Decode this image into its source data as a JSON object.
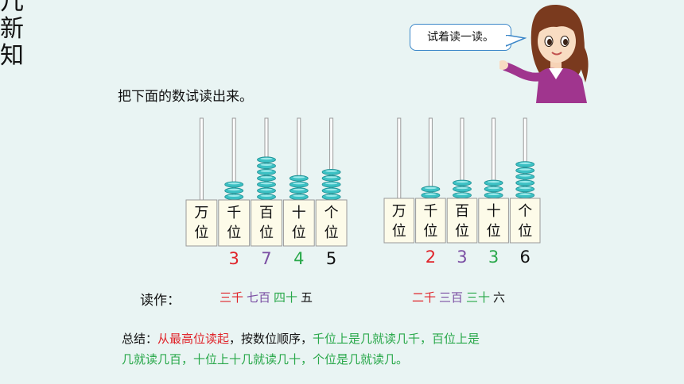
{
  "side_title": [
    "几",
    "新",
    "知"
  ],
  "bubble": {
    "text": "试着读一读。"
  },
  "instruction": "把下面的数试读出来。",
  "place_labels": [
    [
      "万",
      "位"
    ],
    [
      "千",
      "位"
    ],
    [
      "百",
      "位"
    ],
    [
      "十",
      "位"
    ],
    [
      "个",
      "位"
    ]
  ],
  "abaci": [
    {
      "counts": [
        0,
        3,
        7,
        4,
        5
      ],
      "digits": [
        {
          "text": "3",
          "color": "#e0242a"
        },
        {
          "text": "7",
          "color": "#7b4fa3"
        },
        {
          "text": "4",
          "color": "#29a84a"
        },
        {
          "text": "5",
          "color": "#111111"
        }
      ],
      "reading": [
        {
          "text": "三千",
          "color": "#e0242a"
        },
        {
          "text": "七百",
          "color": "#7b4fa3"
        },
        {
          "text": "四十",
          "color": "#29a84a"
        },
        {
          "text": "五",
          "color": "#111111"
        }
      ]
    },
    {
      "counts": [
        0,
        2,
        3,
        3,
        6
      ],
      "digits": [
        {
          "text": "2",
          "color": "#e0242a"
        },
        {
          "text": "3",
          "color": "#7b4fa3"
        },
        {
          "text": "3",
          "color": "#29a84a"
        },
        {
          "text": "6",
          "color": "#111111"
        }
      ],
      "reading": [
        {
          "text": "二千",
          "color": "#e0242a"
        },
        {
          "text": "三百",
          "color": "#7b4fa3"
        },
        {
          "text": "三十",
          "color": "#29a84a"
        },
        {
          "text": "六",
          "color": "#111111"
        }
      ]
    }
  ],
  "read_label": "读作：",
  "summary": {
    "lead": "总结：",
    "highlight": "从最高位读起",
    "middle": "，按数位顺序，",
    "line1_rest": "千位上是几就读几千，百位上是",
    "line2": "几就读几百，十位上十几就读几十，个位是几就读几。"
  },
  "colors": {
    "background": "#e9f4f3",
    "bead": "#3cc1c4",
    "rod": "#999999",
    "bubble_border": "#3a86c8"
  }
}
